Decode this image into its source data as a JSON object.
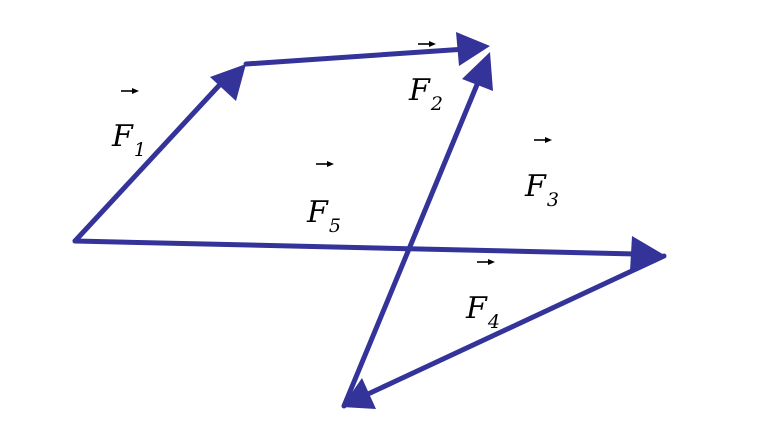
{
  "colors": {
    "vector": "#333399",
    "label": "#000000",
    "background": "#ffffff"
  },
  "vectors": [
    {
      "id": "F1",
      "symbol": "F",
      "index": "1"
    },
    {
      "id": "F2",
      "symbol": "F",
      "index": "2"
    },
    {
      "id": "F3",
      "symbol": "F",
      "index": "3"
    },
    {
      "id": "F4",
      "symbol": "F",
      "index": "4"
    },
    {
      "id": "F5",
      "symbol": "F",
      "index": "5"
    }
  ]
}
